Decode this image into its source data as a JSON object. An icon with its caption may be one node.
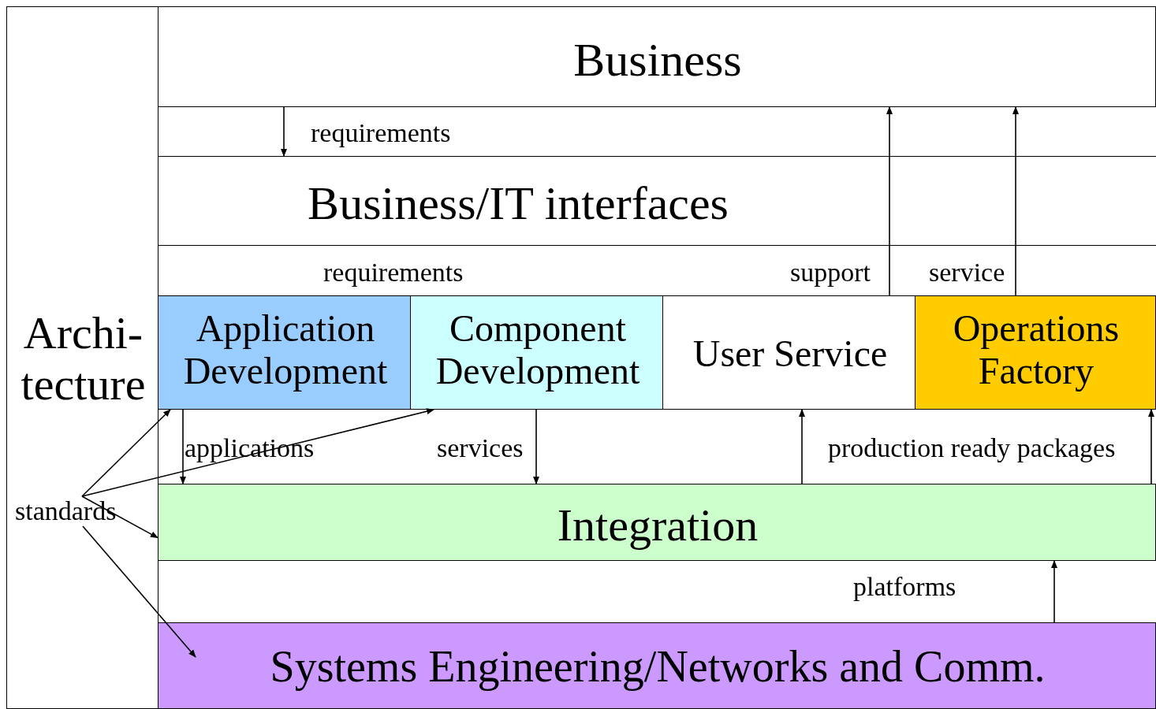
{
  "diagram": {
    "nodes": [
      {
        "text": [
          "Archi- tecture"
        ]
      },
      {
        "text": [
          "Business"
        ]
      },
      {
        "text": [
          "Business/IT interfaces"
        ]
      },
      {
        "text": [
          "Application Development"
        ]
      },
      {
        "text": [
          "Component Development"
        ]
      },
      {
        "text": [
          "User Service"
        ]
      },
      {
        "text": [
          "Operations Factory"
        ]
      },
      {
        "text": [
          "Integration"
        ]
      },
      {
        "text": [
          "Systems Engineering/Networks and Comm."
        ]
      },
      {
        "text": [
          "standards"
        ],
        "in": 0
      }
    ],
    "edges": [
      {
        "from": 1,
        "to": 2,
        "arrow": "to",
        "label": "requirements"
      },
      {
        "from": 5,
        "to": 1,
        "arrow": "to",
        "label": "support"
      },
      {
        "from": 6,
        "to": 1,
        "arrow": "to",
        "label": "service"
      },
      {
        "from": 3,
        "to": 7,
        "arrow": "to",
        "label": "applications"
      },
      {
        "from": 4,
        "to": 7,
        "arrow": "to",
        "label": "services"
      },
      {
        "from": 7,
        "to": 5,
        "arrow": "to",
        "label": "production ready packages"
      },
      {
        "from": 7,
        "to": 6,
        "arrow": "to"
      },
      {
        "from": 8,
        "to": 7,
        "arrow": "to",
        "label": "platforms"
      },
      {
        "from": 9,
        "to": 3,
        "arrow": "to"
      },
      {
        "from": 9,
        "to": 4,
        "arrow": "to"
      },
      {
        "from": 9,
        "to": 7,
        "arrow": "to"
      },
      {
        "from": 9,
        "to": 8,
        "arrow": "to"
      }
    ],
    "labels": [
      "requirements"
    ]
  }
}
